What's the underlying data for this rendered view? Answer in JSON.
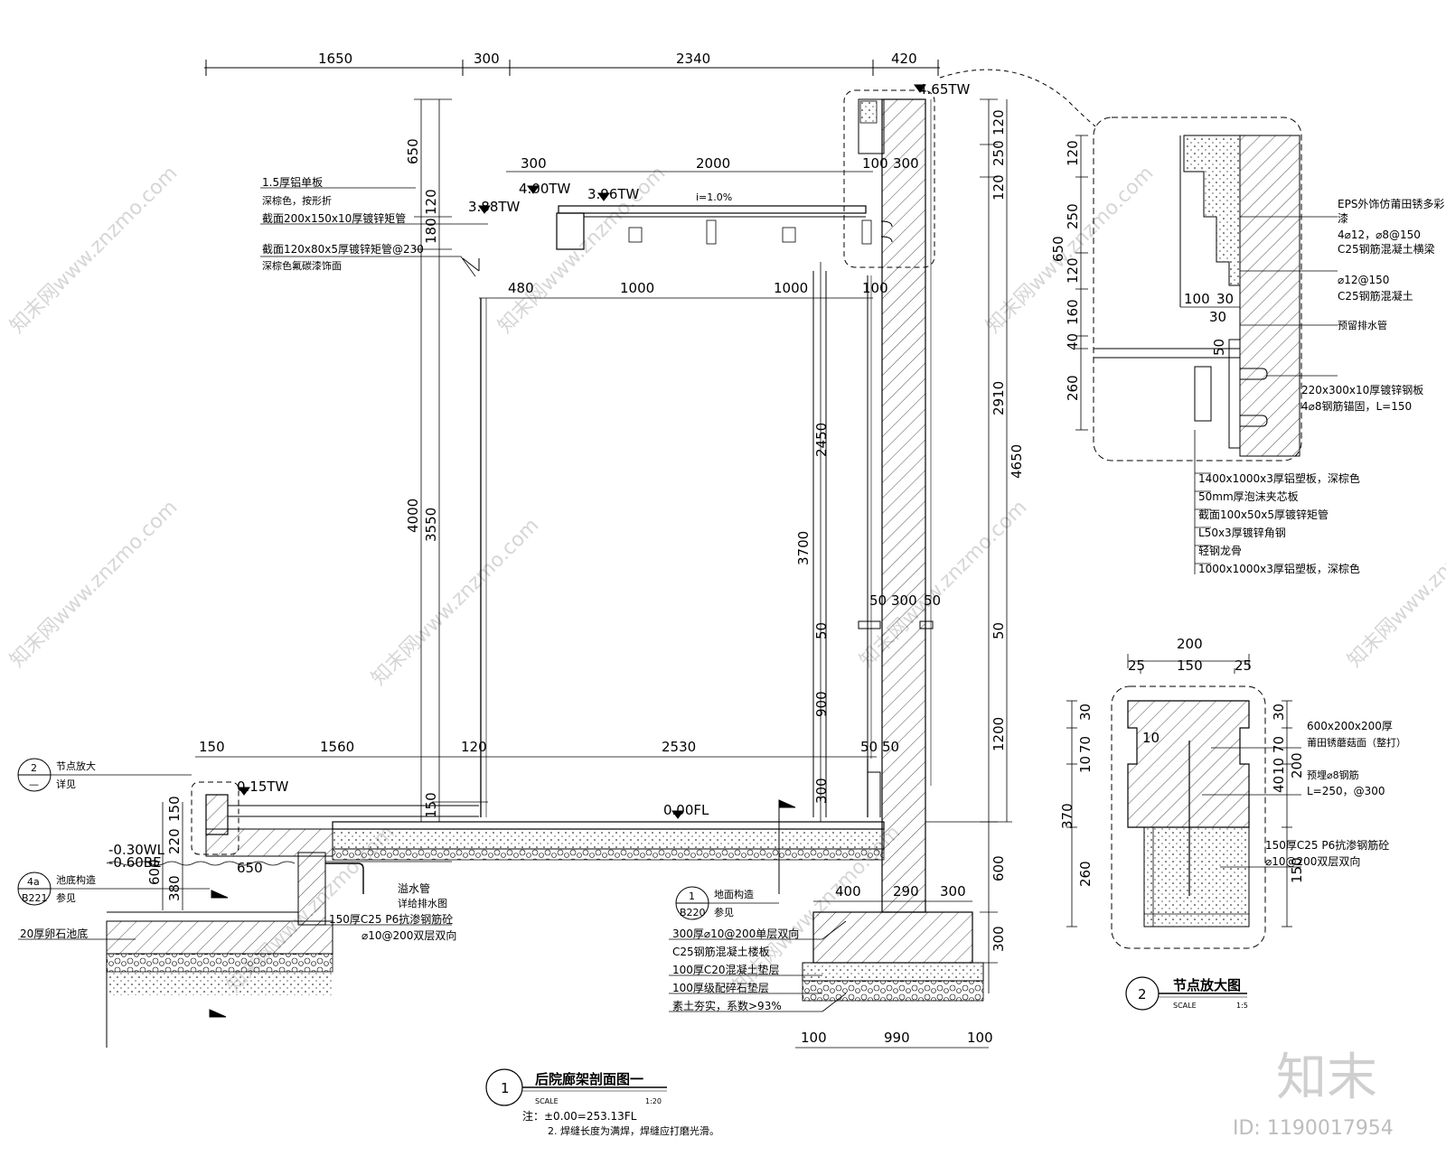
{
  "top_dims": [
    "1650",
    "300",
    "2340",
    "420"
  ],
  "elevations": {
    "top": "4.65TW",
    "roof_edge": "4.00TW",
    "roof_top": "3.96TW",
    "beam": "3.88TW",
    "slope": "i=1.0%",
    "pond_edge": "0.15TW",
    "floor": "0.00FL",
    "water": "-0.30WL",
    "pond_base": "-0.60BE"
  },
  "dims": {
    "roof_300": "300",
    "roof_2000": "2000",
    "cap_100": "100",
    "cap_300": "300",
    "grid_480": "480",
    "grid_1000a": "1000",
    "grid_1000b": "1000",
    "grid_100": "100",
    "left_650": "650",
    "left_180": "180",
    "left_120": "120",
    "left_4000": "4000",
    "left_3550": "3550",
    "left_150": "150",
    "mid_2450": "2450",
    "mid_3700": "3700",
    "mid_50": "50",
    "mid_900": "900",
    "mid_300": "300",
    "wall_50a": "50",
    "wall_300": "300",
    "wall_50b": "50",
    "wall_50c": "50",
    "right_120": "120",
    "right_250": "250",
    "right_120b": "120",
    "right_2910": "2910",
    "right_4650": "4650",
    "right_50": "50",
    "right_1200": "1200",
    "right_600": "600",
    "right_300": "300",
    "bot_150": "150",
    "bot_1560": "1560",
    "bot_120": "120",
    "bot_2530": "2530",
    "bot_50": "50",
    "pond_150": "150",
    "pond_220": "220",
    "pond_600": "600",
    "pond_380": "380",
    "pond_650": "650",
    "foot_400": "400",
    "foot_290": "290",
    "foot_300": "300",
    "foot_100a": "100",
    "foot_990": "990",
    "foot_100b": "100"
  },
  "labels": {
    "roof1": "1.5厚铝单板",
    "roof1b": "深棕色，按形折",
    "roof2": "截面200x150x10厚镀锌矩管",
    "roof3": "截面120x80x5厚镀锌矩管@230",
    "roof3b": "深棕色氟碳漆饰面",
    "overflow": "溢水管",
    "overflow_b": "详给排水图",
    "pond_wall": "150厚C25 P6抗渗钢筋砼",
    "pond_wall_b": "⌀10@200双层双向",
    "pebble": "20厚卵石池底",
    "floor1": "300厚⌀10@200单层双向",
    "floor1b": "C25钢筋混凝土楼板",
    "floor2": "100厚C20混凝土垫层",
    "floor3": "100厚级配碎石垫层",
    "floor4": "素土夯实，系数>93%"
  },
  "callouts": {
    "detail_num": "2",
    "detail_dash": "—",
    "detail_t1": "节点放大",
    "detail_t2": "详见",
    "pond_num": "4a",
    "pond_sheet": "B221",
    "pond_t1": "池底构造",
    "pond_t2": "参见",
    "ground_num": "1",
    "ground_sheet": "B220",
    "ground_t1": "地面构造",
    "ground_t2": "参见"
  },
  "detail1": {
    "d120a": "120",
    "d250": "250",
    "d120b": "120",
    "d650": "650",
    "d160": "160",
    "d40": "40",
    "d260": "260",
    "d100": "100",
    "d30a": "30",
    "d30b": "30",
    "d50": "50",
    "l1": "EPS外饰仿莆田锈多彩",
    "l1b": "漆",
    "l2": "4⌀12，⌀8@150",
    "l2b": "C25钢筋混凝土横梁",
    "l3": "⌀12@150",
    "l3b": "C25钢筋混凝土",
    "l4": "预留排水管",
    "l5": "220x300x10厚镀锌钢板",
    "l5b": "4⌀8钢筋锚固，L=150",
    "s1": "1400x1000x3厚铝塑板，深棕色",
    "s2": "50mm厚泡沫夹芯板",
    "s3": "截面100x50x5厚镀锌矩管",
    "s4": "L50x3厚镀锌角钢",
    "s5": "轻钢龙骨",
    "s6": "1000x1000x3厚铝塑板，深棕色"
  },
  "detail2": {
    "w200": "200",
    "w25a": "25",
    "w150": "150",
    "w25b": "25",
    "l30": "30",
    "l70": "70",
    "l10": "10",
    "l370": "370",
    "l260": "260",
    "r30": "30",
    "r70": "70",
    "r40": "40",
    "r10": "10",
    "r200": "200",
    "r150": "150",
    "i10": "10",
    "a1": "600x200x200厚",
    "a1b": "莆田锈蘑菇面（整打）",
    "a2": "预埋⌀8钢筋",
    "a2b": "L=250，@300",
    "a3": "150厚C25 P6抗渗钢筋砼",
    "a3b": "⌀10@200双层双向"
  },
  "title1": {
    "num": "1",
    "text": "后院廊架剖面图一",
    "scale_label": "SCALE",
    "scale": "1:20",
    "note1": "注：±0.00=253.13FL",
    "note2": "2. 焊缝长度为满焊，焊缝应打磨光滑。"
  },
  "title2": {
    "num": "2",
    "text": "节点放大图",
    "scale_label": "SCALE",
    "scale": "1:5"
  },
  "watermark": {
    "text": "知末网www.znzmo.com",
    "brand": "知末",
    "id": "ID: 1190017954"
  }
}
